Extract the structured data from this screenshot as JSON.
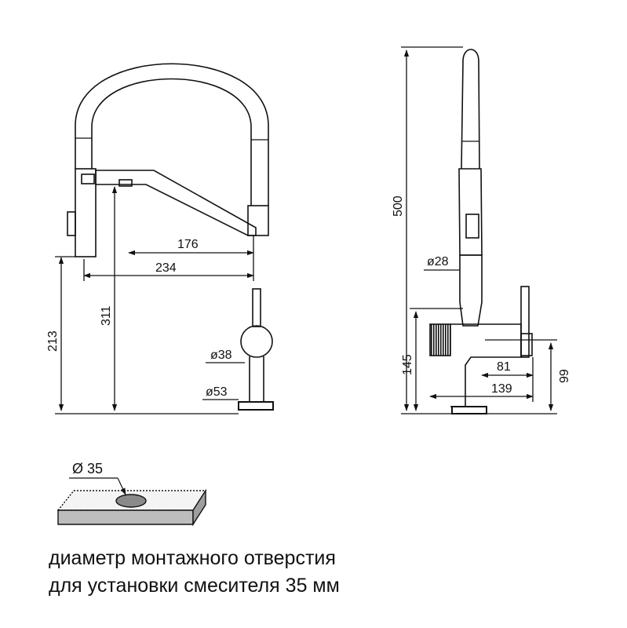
{
  "dimensions_front": {
    "reach_inner": "176",
    "reach_outer": "234",
    "height_total": "311",
    "height_spout": "213",
    "diameter_body": "ø38",
    "diameter_base": "ø53"
  },
  "dimensions_side": {
    "height_total": "500",
    "diameter_hose": "ø28",
    "height_body": "145",
    "lever_offset_small": "81",
    "lever_offset_large": "139",
    "lever_height": "99"
  },
  "mounting": {
    "hole_label": "Ø 35"
  },
  "caption": {
    "line1": "диаметр монтажного отверстия",
    "line2": "для установки смесителя 35 мм"
  }
}
